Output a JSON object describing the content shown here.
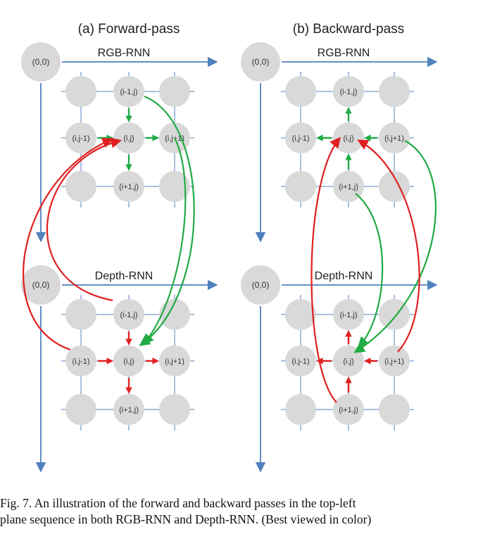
{
  "panels": [
    {
      "id": "forward",
      "title": "(a) Forward-pass",
      "flow_color": "#22aa44",
      "sections": [
        {
          "id": "rgb",
          "label": "RGB-RNN",
          "origin": "(0,0)",
          "arrow_color": "#22aa44"
        },
        {
          "id": "depth",
          "label": "Depth-RNN",
          "origin": "(0,0)",
          "arrow_color": "#e02020"
        }
      ]
    },
    {
      "id": "backward",
      "title": "(b) Backward-pass",
      "flow_color": "#e02020",
      "sections": [
        {
          "id": "rgb",
          "label": "RGB-RNN",
          "origin": "(0,0)",
          "arrow_color": "#22aa44"
        },
        {
          "id": "depth",
          "label": "Depth-RNN",
          "origin": "(0,0)",
          "arrow_color": "#e02020"
        }
      ]
    }
  ],
  "node_labels": {
    "top": "(i-1,j)",
    "left": "(i,j-1)",
    "center": "(i,j)",
    "right": "(i,j+1)",
    "bottom": "(i+1,j)"
  },
  "colors": {
    "node_fill": "#d9d9d9",
    "axis_blue": "#4f81bd",
    "green": "#22aa44",
    "red": "#e02020"
  },
  "caption": {
    "line1": "Fig. 7.  An illustration of the forward and backward passes in the top-left",
    "line2": "plane sequence in both RGB-RNN and Depth-RNN. (Best viewed in color)"
  }
}
